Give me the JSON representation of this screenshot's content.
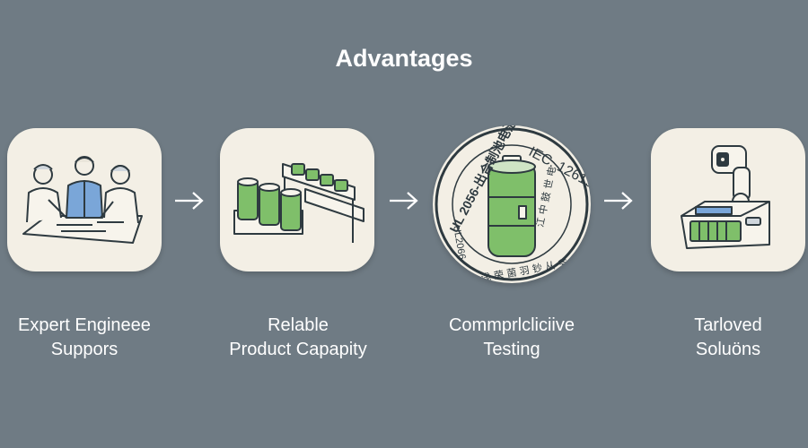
{
  "title": "Advantages",
  "cards": [
    {
      "line1": "Expert Engineee",
      "line2": "Suppors"
    },
    {
      "line1": "Relable",
      "line2": "Product Capapity"
    },
    {
      "line1": "Commprlcliciive",
      "line2": "Testing"
    },
    {
      "line1": "Tarloved",
      "line2": "Soluöns"
    }
  ],
  "badge": {
    "top_left": "UL 2056-出合制池电池",
    "top_right": "IEC. 12619",
    "left": "UL2066",
    "right": "江 中 鼓 世 电",
    "bottom": "浅 荣 菌 羽 钞 从 爷"
  },
  "colors": {
    "background": "#6f7b84",
    "card": "#f3efe5",
    "battery_green": "#7fbf6a",
    "outline": "#2e3a40",
    "shirt_blue": "#7aa6d8"
  }
}
